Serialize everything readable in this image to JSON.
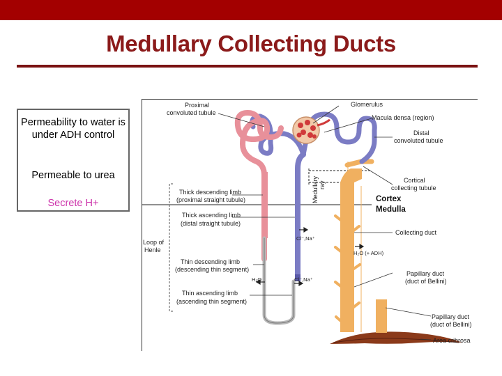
{
  "slide": {
    "title": "Medullary Collecting Ducts"
  },
  "text_box": {
    "line1": "Permeability to water is under ADH control",
    "line2": "Permeable to urea",
    "line3": "Secrete H+"
  },
  "diagram": {
    "labels": {
      "proximal_convoluted_1": "Proximal",
      "proximal_convoluted_2": "convoluted tubule",
      "glomerulus": "Glomerulus",
      "macula_densa": "Macula densa (region)",
      "distal_convoluted_1": "Distal",
      "distal_convoluted_2": "convoluted tubule",
      "medullary_ray_1": "Medullary",
      "medullary_ray_2": "ray",
      "cortical_collecting_1": "Cortical",
      "cortical_collecting_2": "collecting tubule",
      "cortex": "Cortex",
      "medulla": "Medulla",
      "thick_desc_1": "Thick descending limb",
      "thick_desc_2": "(proximal straight tubule)",
      "thick_asc_1": "Thick ascending limb",
      "thick_asc_2": "(distal straight tubule)",
      "collecting_duct": "Collecting duct",
      "loop_1": "Loop of",
      "loop_2": "Henle",
      "cl_na_1": "Cl⁻,Na⁺",
      "h2o_adh": "H₂O (+ ADH)",
      "thin_desc_1": "Thin descending limb",
      "thin_desc_2": "(descending thin segment)",
      "h2o": "H₂O",
      "cl_na_2": "Cl⁻,Na⁺",
      "papillary_1_1": "Papillary duct",
      "papillary_1_2": "(duct of Bellini)",
      "thin_asc_1": "Thin ascending limb",
      "thin_asc_2": "(ascending thin segment)",
      "papillary_2_1": "Papillary duct",
      "papillary_2_2": "(duct of Bellini)",
      "area_cribrosa": "Area cribrosa"
    },
    "colors": {
      "proximal": "#e8909a",
      "distal": "#7b7cc4",
      "collecting": "#f0b060",
      "thin": "#c8c8c8",
      "glomerulus": "#d03a3a",
      "papilla": "#8b3a1a",
      "accent": "#a30000"
    }
  }
}
